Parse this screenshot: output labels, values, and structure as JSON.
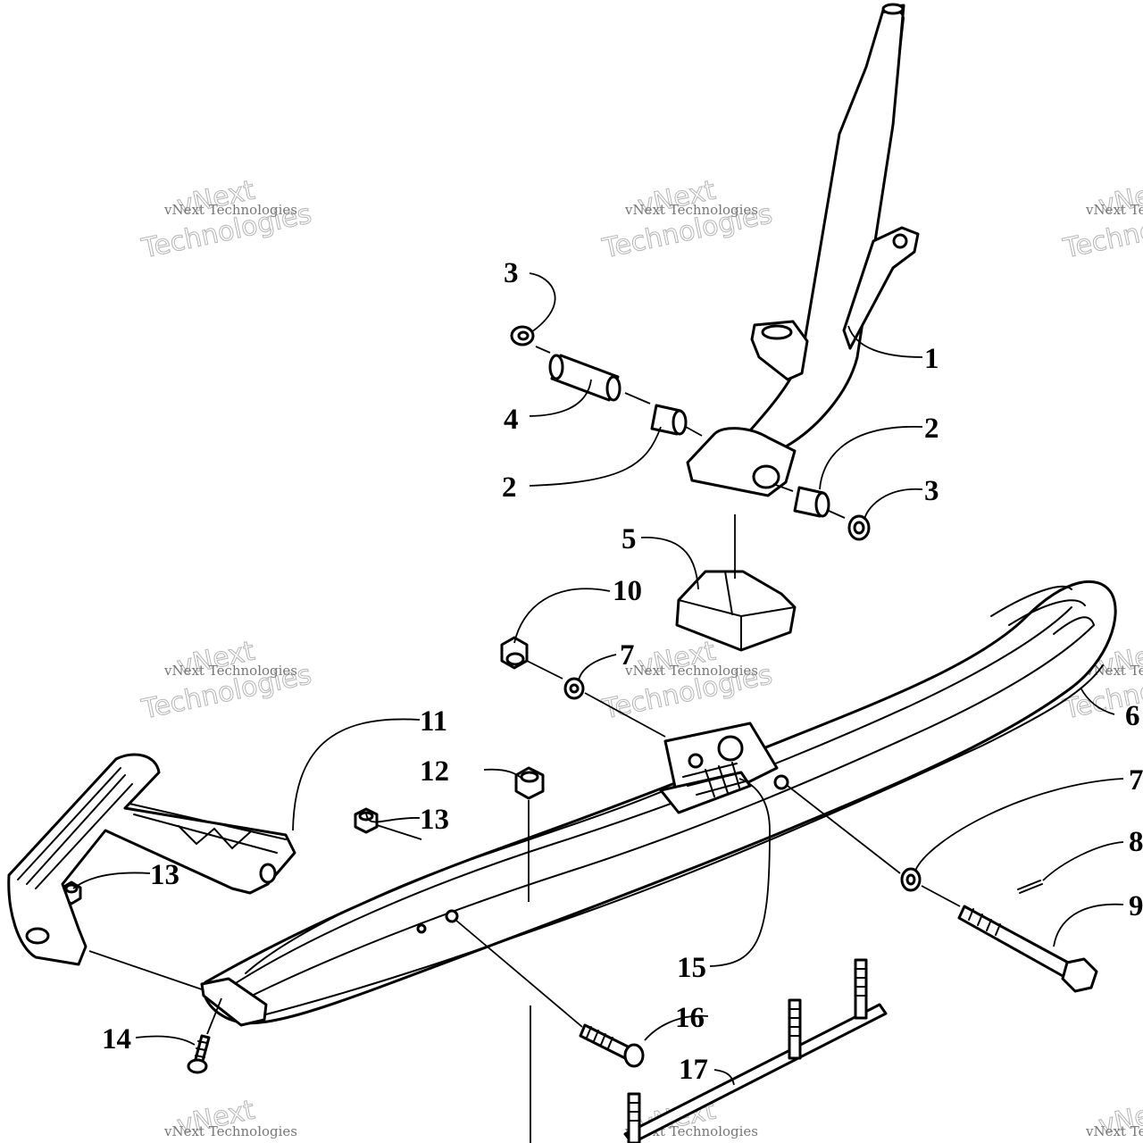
{
  "watermark": {
    "line_a": "vNext",
    "line_b": "vNext Technologies",
    "line_c": "Technologies",
    "color": "#b5b5b5"
  },
  "callouts": [
    "1",
    "2",
    "2",
    "3",
    "3",
    "4",
    "5",
    "6",
    "7",
    "7",
    "8",
    "9",
    "10",
    "11",
    "12",
    "13",
    "13",
    "14",
    "15",
    "16",
    "17"
  ]
}
